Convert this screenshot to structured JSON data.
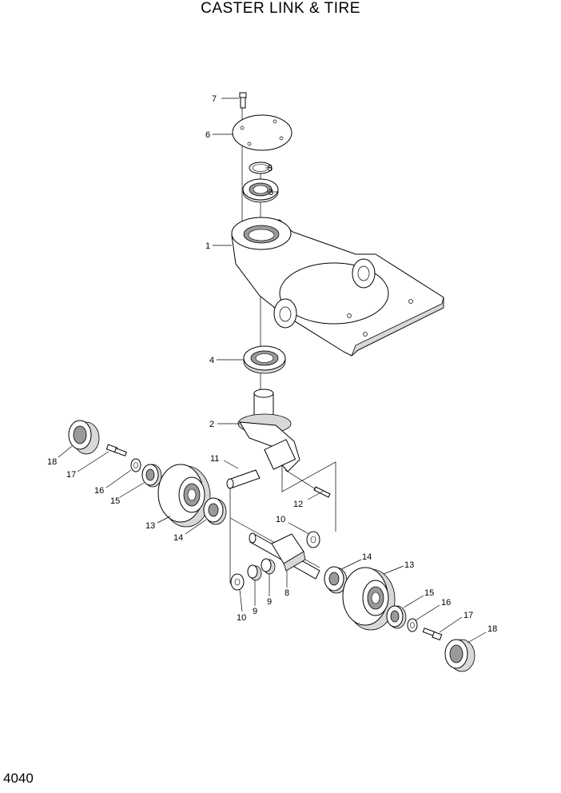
{
  "title": "CASTER LINK & TIRE",
  "page_number": "4040",
  "callouts": [
    {
      "id": "c7",
      "text": "7"
    },
    {
      "id": "c6",
      "text": "6"
    },
    {
      "id": "c5",
      "text": "5"
    },
    {
      "id": "c3",
      "text": "3"
    },
    {
      "id": "c1",
      "text": "1"
    },
    {
      "id": "c4",
      "text": "4"
    },
    {
      "id": "c2",
      "text": "2"
    },
    {
      "id": "c11",
      "text": "11"
    },
    {
      "id": "c12",
      "text": "12"
    },
    {
      "id": "c18a",
      "text": "18"
    },
    {
      "id": "c17a",
      "text": "17"
    },
    {
      "id": "c16a",
      "text": "16"
    },
    {
      "id": "c15a",
      "text": "15"
    },
    {
      "id": "c13a",
      "text": "13"
    },
    {
      "id": "c14a",
      "text": "14"
    },
    {
      "id": "c10a",
      "text": "10"
    },
    {
      "id": "c14b",
      "text": "14"
    },
    {
      "id": "c13b",
      "text": "13"
    },
    {
      "id": "c15b",
      "text": "15"
    },
    {
      "id": "c16b",
      "text": "16"
    },
    {
      "id": "c17b",
      "text": "17"
    },
    {
      "id": "c18b",
      "text": "18"
    },
    {
      "id": "c8",
      "text": "8"
    },
    {
      "id": "c9a",
      "text": "9"
    },
    {
      "id": "c9b",
      "text": "9"
    },
    {
      "id": "c10b",
      "text": "10"
    }
  ]
}
